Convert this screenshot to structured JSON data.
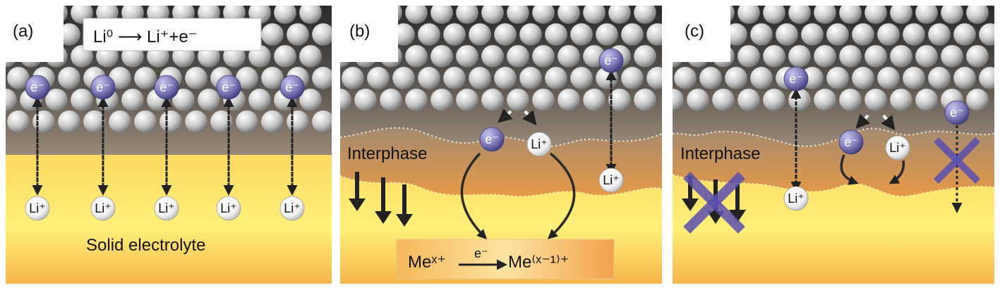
{
  "panels": [
    {
      "label": "(a)",
      "reaction": {
        "text": "Li⁰ ⟶ Li⁺+e⁻"
      },
      "electrons": [
        "e⁻",
        "e⁻",
        "e⁻",
        "e⁻",
        "e⁻"
      ],
      "ions": [
        "Li⁺",
        "Li⁺",
        "Li⁺",
        "Li⁺",
        "Li⁺"
      ],
      "electrolyte_label": "Solid electrolyte"
    },
    {
      "label": "(b)",
      "interphase_label": "Interphase",
      "electron_center": "e⁻",
      "ion_center": "Li⁺",
      "electron_right": "e⁻",
      "ion_right": "Li⁺",
      "reaction": {
        "left": "Meˣ⁺",
        "arrow_label": "e⁻",
        "right": "Me⁽ˣ⁻¹⁾⁺"
      }
    },
    {
      "label": "(c)",
      "interphase_label": "Interphase",
      "electron_left": "e⁻",
      "ion_left": "Li⁺",
      "electron_center": "e⁻",
      "ion_center": "Li⁺",
      "electron_right": "e⁻"
    }
  ],
  "colors": {
    "electron_fill": "#7d78b6",
    "ion_fill": "#f3f3f3",
    "atom_fill": "#d9d9d9",
    "cross": "#5a4fb0",
    "electrolyte_top": "#f6a64a",
    "electrolyte_bottom": "#fff07a"
  }
}
